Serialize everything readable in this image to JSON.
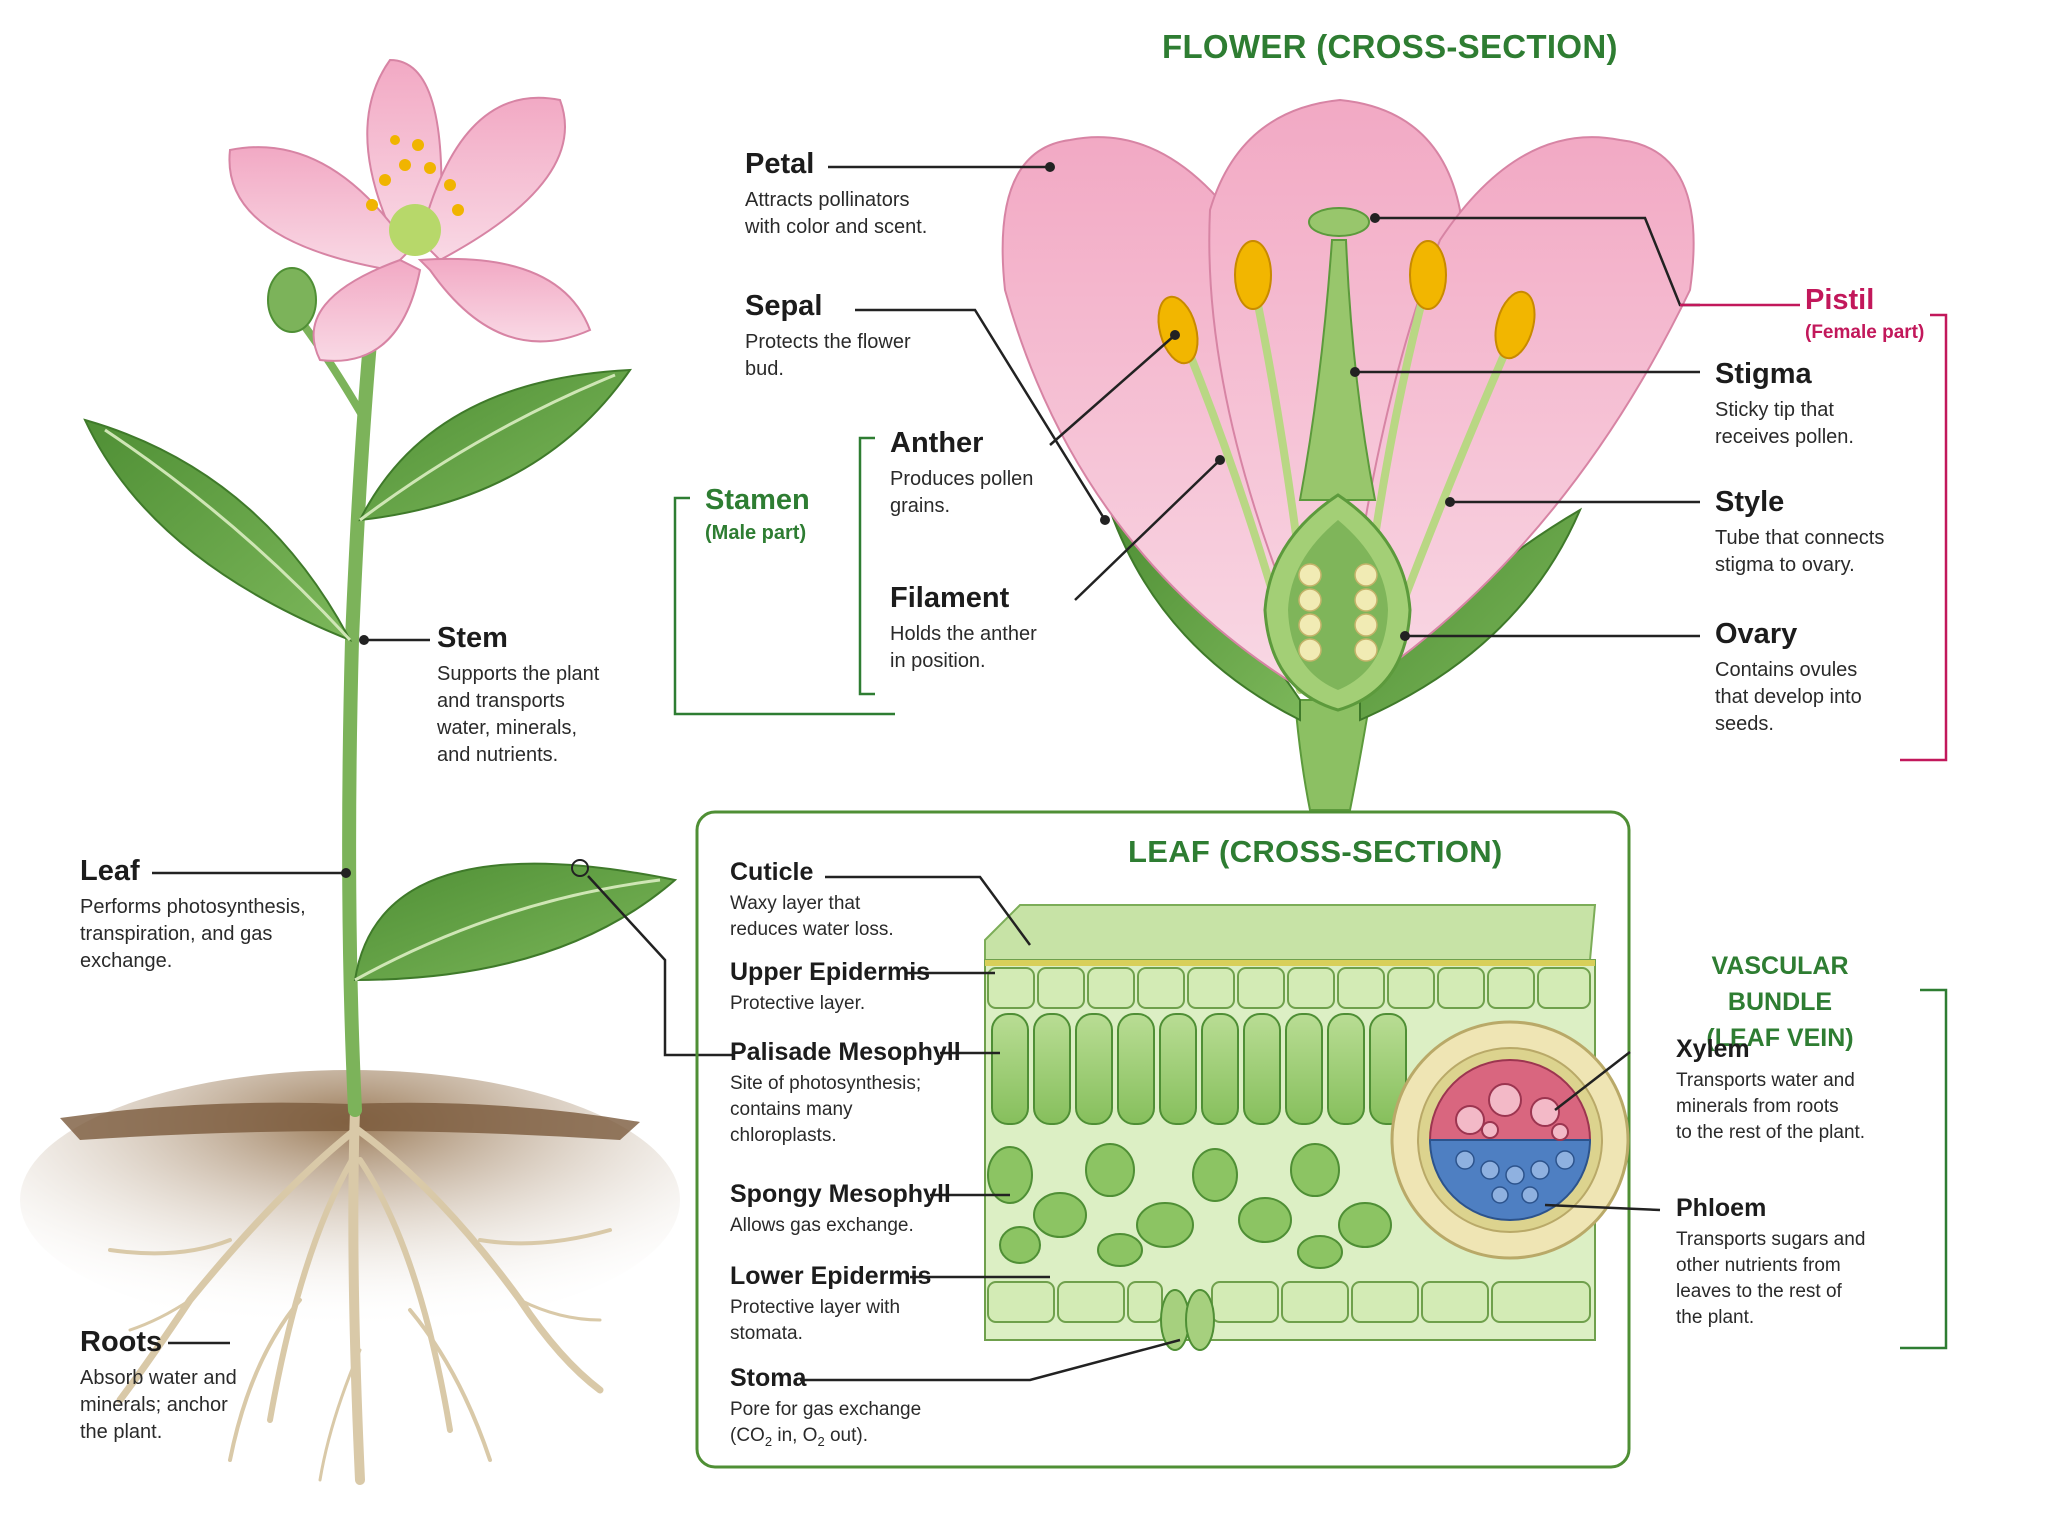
{
  "colors": {
    "green_title": "#2e7d32",
    "pink_accent": "#c2185b",
    "petal": "#f4b6cc",
    "leaf": "#5a9a3a",
    "soil": "#8a6a4a",
    "xylem": "#d9667f",
    "phloem": "#4e7fc2"
  },
  "titles": {
    "flower": "FLOWER (CROSS-SECTION)",
    "leaf": "LEAF (CROSS-SECTION)",
    "vascular": "VASCULAR BUNDLE\n(LEAF VEIN)"
  },
  "groups": {
    "stamen": {
      "name": "Stamen",
      "sub": "(Male part)"
    },
    "pistil": {
      "name": "Pistil",
      "sub": "(Female part)"
    }
  },
  "plant_labels": {
    "stem": {
      "title": "Stem",
      "desc": "Supports the plant\nand transports\nwater, minerals,\nand nutrients."
    },
    "leaf": {
      "title": "Leaf",
      "desc": "Performs photosynthesis,\ntranspiration, and gas\nexchange."
    },
    "roots": {
      "title": "Roots",
      "desc": "Absorb water and\nminerals; anchor\nthe plant."
    }
  },
  "flower_labels": {
    "petal": {
      "title": "Petal",
      "desc": "Attracts pollinators\nwith color and scent."
    },
    "sepal": {
      "title": "Sepal",
      "desc": "Protects the flower\nbud."
    },
    "anther": {
      "title": "Anther",
      "desc": "Produces pollen\ngrains."
    },
    "filament": {
      "title": "Filament",
      "desc": "Holds the anther\nin position."
    },
    "stigma": {
      "title": "Stigma",
      "desc": "Sticky tip that\nreceives pollen."
    },
    "style": {
      "title": "Style",
      "desc": "Tube that connects\nstigma to ovary."
    },
    "ovary": {
      "title": "Ovary",
      "desc": "Contains ovules\nthat develop into\nseeds."
    }
  },
  "leaf_labels": {
    "cuticle": {
      "title": "Cuticle",
      "desc": "Waxy layer that\nreduces water loss."
    },
    "upper_epidermis": {
      "title": "Upper Epidermis",
      "desc": "Protective layer."
    },
    "palisade": {
      "title": "Palisade Mesophyll",
      "desc": "Site of photosynthesis;\ncontains many\nchloroplasts."
    },
    "spongy": {
      "title": "Spongy Mesophyll",
      "desc": "Allows gas exchange."
    },
    "lower_epidermis": {
      "title": "Lower Epidermis",
      "desc": "Protective layer with\nstomata."
    },
    "stoma": {
      "title": "Stoma",
      "desc_line1": "Pore for gas exchange",
      "desc_co": "(CO",
      "desc_co_sub": "2",
      "desc_mid": " in, O",
      "desc_o_sub": "2",
      "desc_end": " out)."
    }
  },
  "vascular_labels": {
    "xylem": {
      "title": "Xylem",
      "desc": "Transports water and\nminerals from roots\nto the rest of the plant."
    },
    "phloem": {
      "title": "Phloem",
      "desc": "Transports sugars and\nother nutrients from\nleaves to the rest of\nthe plant."
    }
  }
}
